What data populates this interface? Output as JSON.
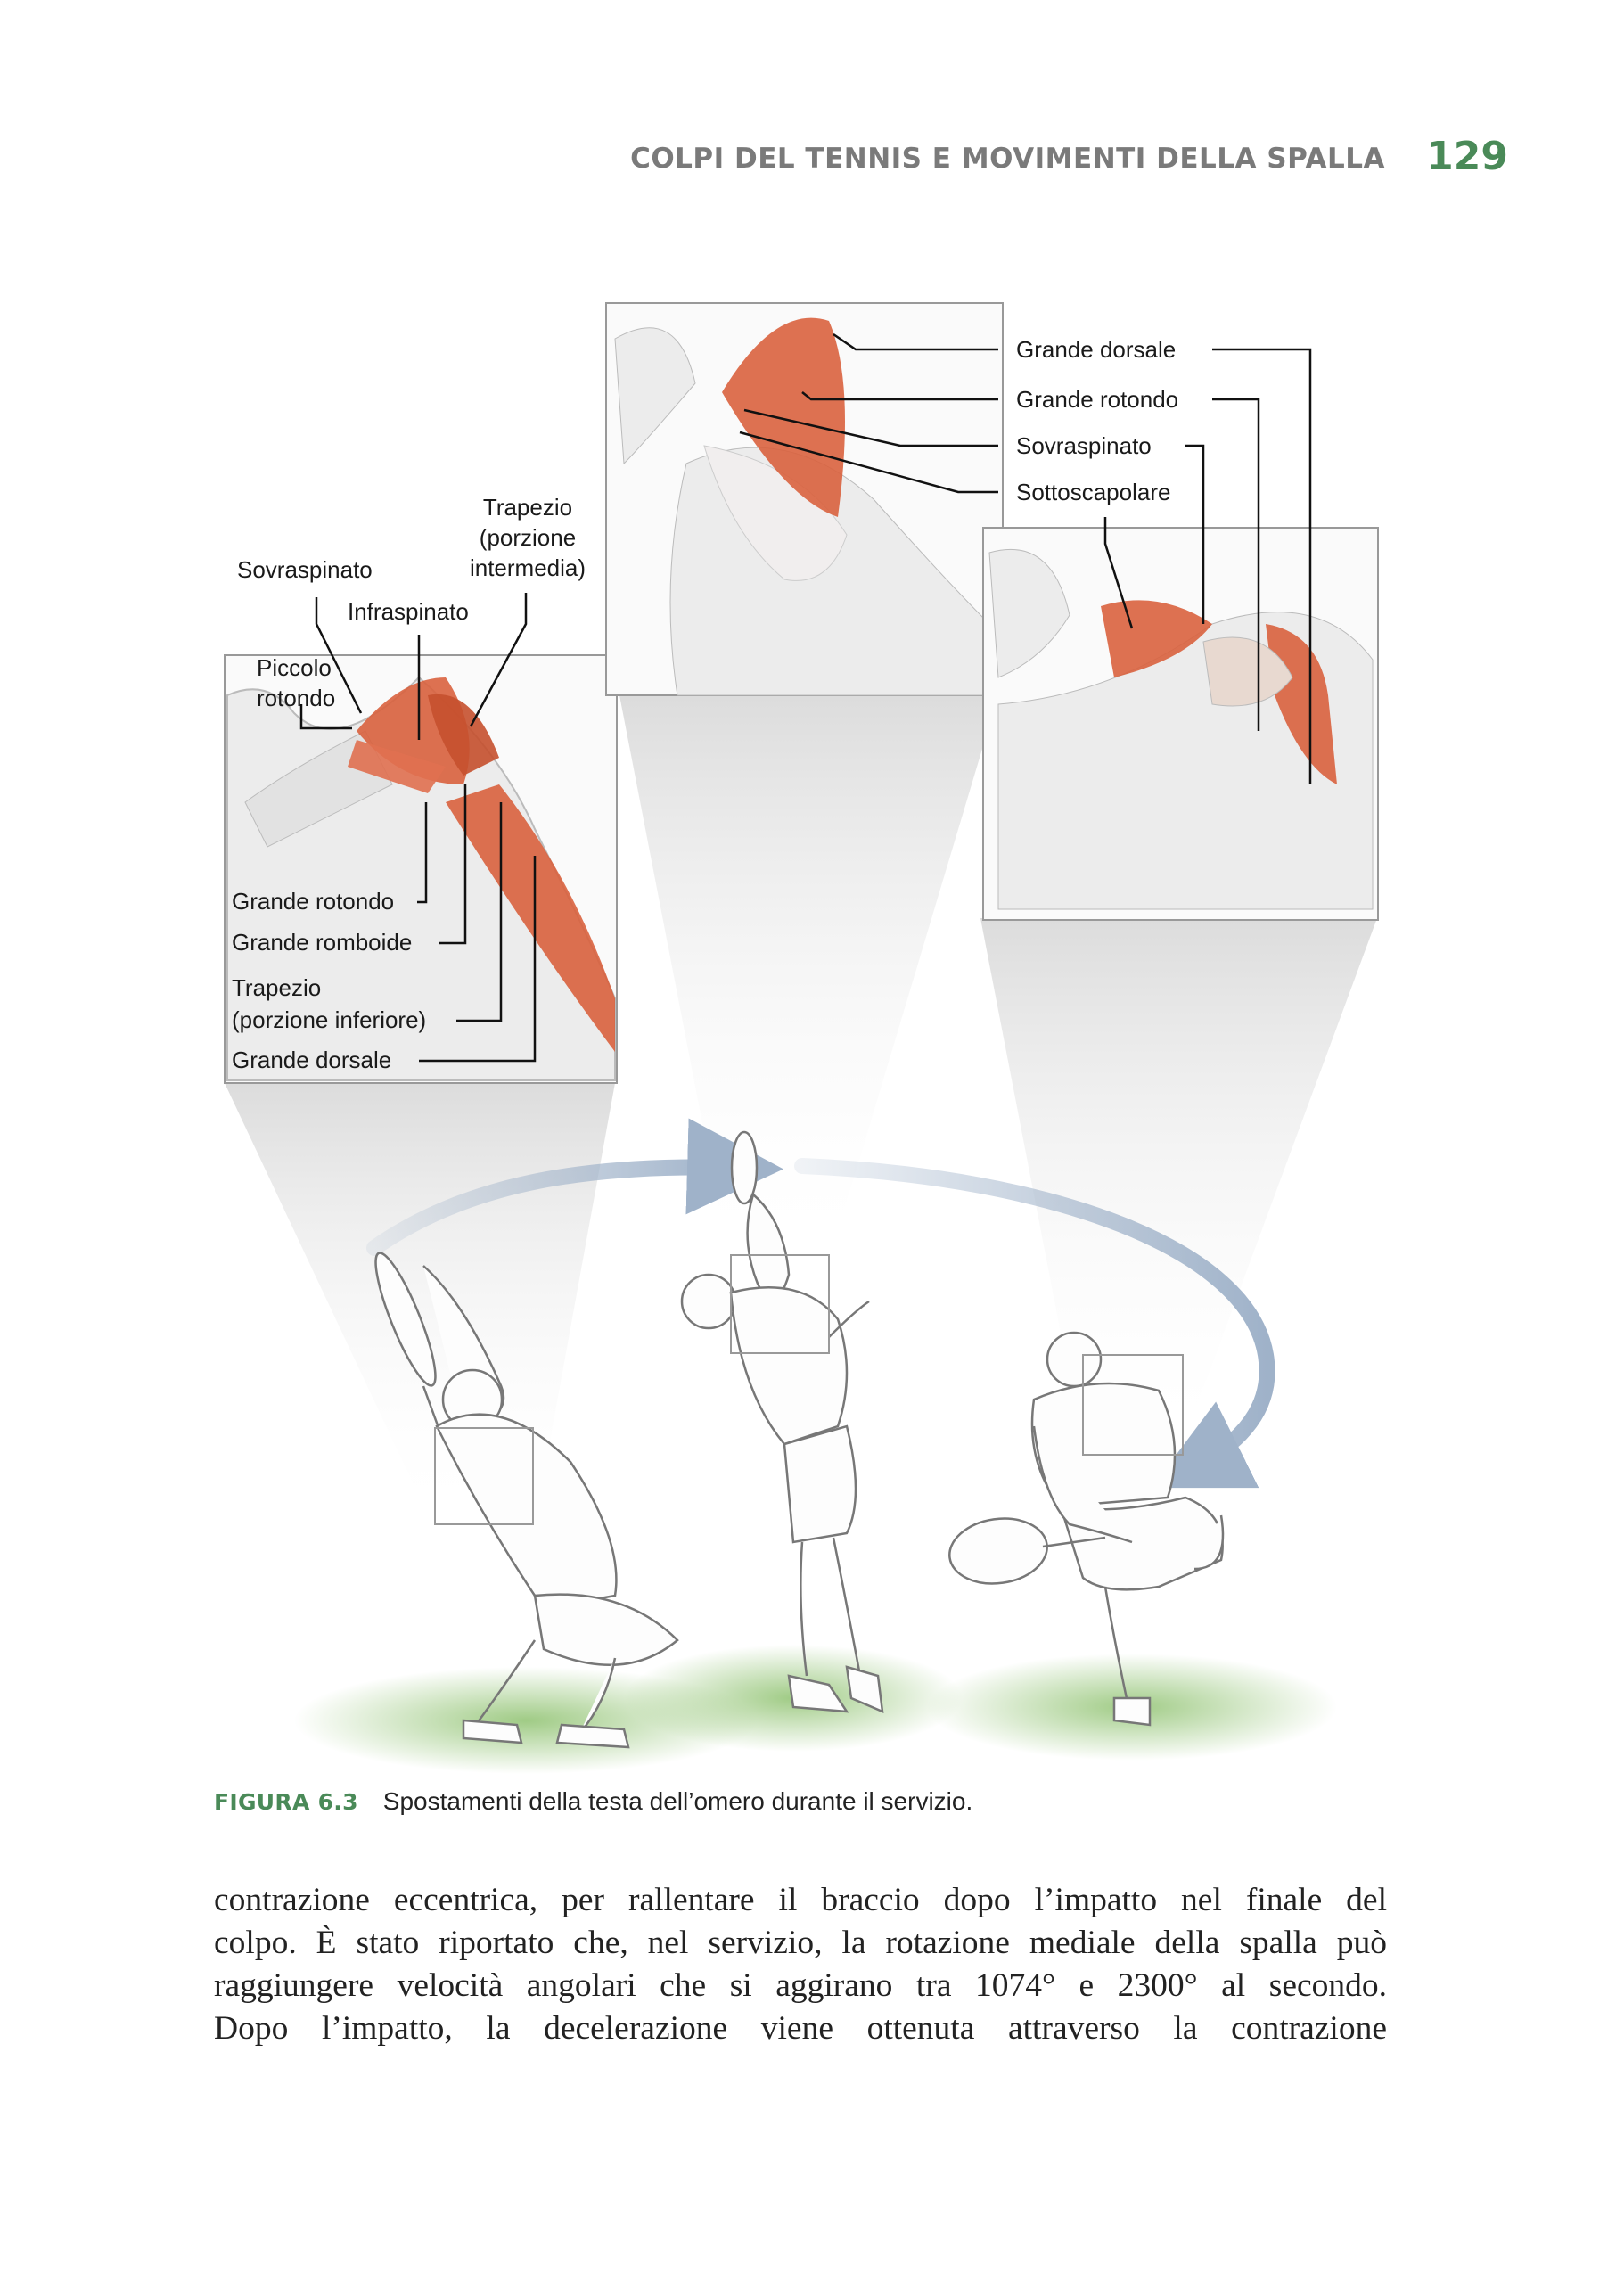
{
  "header": {
    "running_title": "COLPI DEL TENNIS E MOVIMENTI DELLA SPALLA",
    "page_number": "129"
  },
  "figure": {
    "left_panel_labels": {
      "sovraspinato": "Sovraspinato",
      "infraspinato": "Infraspinato",
      "trapezio_int_1": "Trapezio",
      "trapezio_int_2": "(porzione",
      "trapezio_int_3": "intermedia)",
      "piccolo_1": "Piccolo",
      "piccolo_2": "rotondo",
      "grande_rotondo": "Grande rotondo",
      "grande_romboide": "Grande romboide",
      "trapezio_inf_1": "Trapezio",
      "trapezio_inf_2": "(porzione inferiore)",
      "grande_dorsale": "Grande dorsale"
    },
    "right_panel_labels": {
      "grande_dorsale": "Grande dorsale",
      "grande_rotondo": "Grande rotondo",
      "sovraspinato": "Sovraspinato",
      "sottoscapolare": "Sottoscapolare"
    },
    "colors": {
      "muscle": "#d9623e",
      "arrow": "#9fb2c9",
      "grass": "#8fc270",
      "accent_green": "#4a8a58"
    }
  },
  "caption": {
    "label": "FIGURA 6.3",
    "text": "Spostamenti della testa dell’omero durante il servizio."
  },
  "body": {
    "lines": [
      "contrazione eccentrica, per rallentare il braccio dopo l’impatto nel finale del",
      "colpo. È stato riportato che, nel servizio, la rotazione mediale della spalla può",
      "raggiungere velocità angolari che si aggirano tra 1074° e 2300° al secondo.",
      "Dopo l’impatto, la decelerazione viene ottenuta attraverso la contrazione"
    ]
  }
}
